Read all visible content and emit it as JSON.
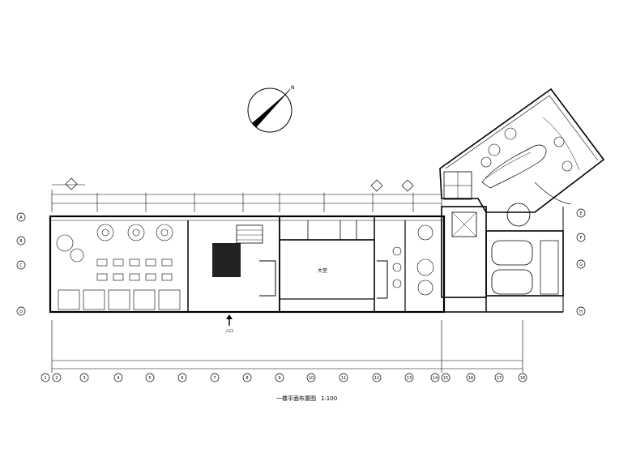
{
  "drawing": {
    "title": "一楼平面布置图",
    "scale": "1:100",
    "entrance_label": "入口",
    "lobby_label": "大堂",
    "north_label": "N"
  },
  "grid": {
    "bottom_axes": [
      "1",
      "2",
      "3",
      "4",
      "5",
      "6",
      "7",
      "8",
      "9",
      "10",
      "11",
      "12",
      "13",
      "14",
      "15",
      "16",
      "17",
      "18"
    ],
    "left_axes": [
      "A",
      "B",
      "C",
      "D"
    ],
    "right_axes": [
      "E",
      "F",
      "G",
      "H"
    ]
  },
  "colors": {
    "line": "#000000",
    "background": "#ffffff"
  }
}
